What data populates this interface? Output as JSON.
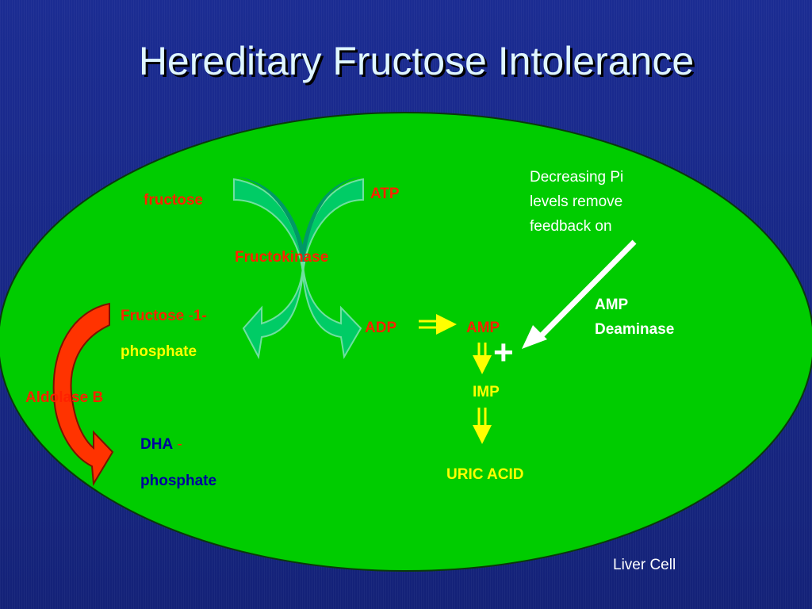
{
  "title": "Hereditary Fructose Intolerance",
  "labels": {
    "fructose": "fructose",
    "atp": "ATP",
    "fructokinase": "Fructokinase",
    "fructose_part": "Fructose",
    "dash": " -",
    "one_dash": "1-",
    "phosphate": "phosphate",
    "adp": "ADP",
    "amp": "AMP",
    "plus": "+",
    "imp": "IMP",
    "uric_acid": "URIC ACID",
    "aldolase_b": "Aldolase B",
    "dha": "DHA",
    "dha_dash": " -",
    "dha_phosphate": "phosphate",
    "note_line1": "Decreasing Pi",
    "note_line2": "levels remove",
    "note_line3": "feedback on",
    "amp_deaminase_line1": "AMP",
    "amp_deaminase_line2": "Deaminase",
    "liver_cell": "Liver Cell"
  },
  "colors": {
    "background": "#1a2a8a",
    "cell": "#00cc00",
    "label_red": "#ff2200",
    "label_yellow": "#ffff00",
    "label_blue": "#0000a0",
    "label_white": "#ffffff"
  }
}
